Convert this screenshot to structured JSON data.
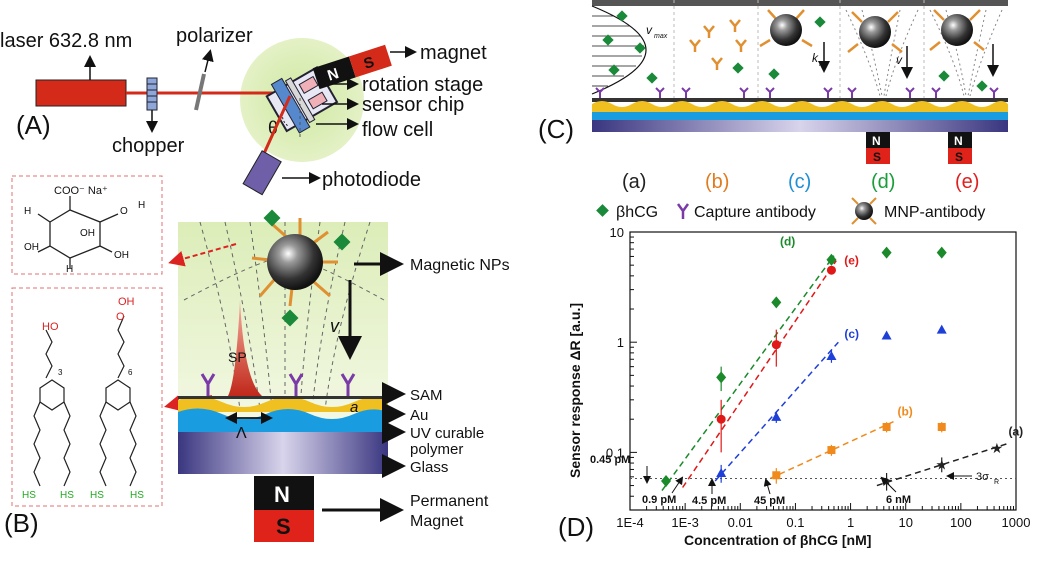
{
  "panelA": {
    "label": "(A)",
    "laser": "laser 632.8 nm",
    "polarizer": "polarizer",
    "chopper": "chopper",
    "magnet": "magnet",
    "rotation_stage": "rotation stage",
    "sensor_chip": "sensor chip",
    "flow_cell": "flow cell",
    "photodiode": "photodiode",
    "theta": "θ",
    "magnet_n": "N",
    "magnet_s": "S"
  },
  "panelB": {
    "label": "(B)",
    "sugar_group": "COO⁻ Na⁺",
    "oh": "OH",
    "h": "H",
    "hs": "HS",
    "ho": "HO",
    "o": "O",
    "sub3": "3",
    "sub6": "6",
    "magnetic_nps": "Magnetic NPs",
    "v": "v",
    "sp": "SP",
    "lambda": "Λ",
    "a": "a",
    "sam": "SAM",
    "au": "Au",
    "uv1": "UV curable",
    "uv2": "polymer",
    "glass": "Glass",
    "n": "N",
    "s": "S",
    "perm1": "Permanent",
    "perm2": "Magnet"
  },
  "panelC": {
    "label": "(C)",
    "vmax": "v",
    "vmax_sub": "max",
    "km": "k",
    "km_sub": "M",
    "v": "v",
    "n": "N",
    "s": "S",
    "sub_labels": [
      {
        "text": "(a)",
        "color": "#222222"
      },
      {
        "text": "(b)",
        "color": "#e07b20"
      },
      {
        "text": "(c)",
        "color": "#1f8fd6"
      },
      {
        "text": "(d)",
        "color": "#1a9e3a"
      },
      {
        "text": "(e)",
        "color": "#e02020"
      }
    ]
  },
  "legend": {
    "bhcg": "βhCG",
    "capture": "Capture antibody",
    "mnp": "MNP-antibody"
  },
  "panelD": {
    "label": "(D)",
    "annotations": {
      "p045": "0.45 pM",
      "p09": "0.9 pM",
      "p45": "4.5 pM",
      "p45b": "45 pM",
      "n6": "6 nM",
      "sigma": "3σ",
      "sigma_sub": "R"
    }
  },
  "chart_data": {
    "type": "scatter",
    "xlabel": "Concentration of βhCG [nM]",
    "ylabel": "Sensor response ΔR [a.u.]",
    "xscale": "log",
    "yscale": "log",
    "xlim": [
      0.0001,
      1000
    ],
    "ylim": [
      0.03,
      10
    ],
    "xticks": [
      "1E-4",
      "1E-3",
      "0.01",
      "0.1",
      "1",
      "10",
      "100",
      "1000"
    ],
    "yticks": [
      "0.1",
      "1",
      "10"
    ],
    "threshold": 0.058,
    "series": [
      {
        "name": "(a)",
        "color": "#222222",
        "marker": "star",
        "x": [
          4.5,
          45,
          450
        ],
        "y": [
          0.055,
          0.078,
          0.11
        ],
        "err": [
          0.01,
          0.012,
          0.006
        ],
        "fit": [
          [
            3,
            0.05
          ],
          [
            700,
            0.12
          ]
        ]
      },
      {
        "name": "(b)",
        "color": "#f08a1c",
        "marker": "square",
        "x": [
          0.045,
          0.45,
          4.5,
          45
        ],
        "y": [
          0.062,
          0.105,
          0.17,
          0.17
        ],
        "err": [
          0.01,
          0.012,
          0.018,
          0.018
        ],
        "fit": [
          [
            0.035,
            0.058
          ],
          [
            6,
            0.19
          ]
        ]
      },
      {
        "name": "(c)",
        "color": "#1e3fd8",
        "marker": "triangle",
        "x": [
          0.0045,
          0.045,
          0.45,
          4.5,
          45
        ],
        "y": [
          0.065,
          0.21,
          0.75,
          1.15,
          1.3
        ],
        "err": [
          0.012,
          0.025,
          0.1,
          0.08,
          0.05
        ],
        "fit": [
          [
            0.0035,
            0.055
          ],
          [
            0.6,
            1.0
          ]
        ]
      },
      {
        "name": "(d)",
        "color": "#1a8a2a",
        "marker": "diamond",
        "x": [
          0.00045,
          0.0045,
          0.045,
          0.45,
          4.5,
          45
        ],
        "y": [
          0.055,
          0.48,
          2.3,
          5.6,
          6.5,
          6.5
        ],
        "err": [
          0.006,
          0.12,
          0.2,
          0.3,
          0.2,
          0.2
        ],
        "fit": [
          [
            0.00038,
            0.045
          ],
          [
            0.5,
            6.1
          ]
        ]
      },
      {
        "name": "(e)",
        "color": "#e01818",
        "marker": "circle",
        "x": [
          0.0045,
          0.045,
          0.45
        ],
        "y": [
          0.2,
          0.95,
          4.5
        ],
        "err": [
          0.1,
          0.35,
          0.3
        ],
        "fit": [
          [
            0.0009,
            0.048
          ],
          [
            0.55,
            5.5
          ]
        ]
      }
    ]
  }
}
